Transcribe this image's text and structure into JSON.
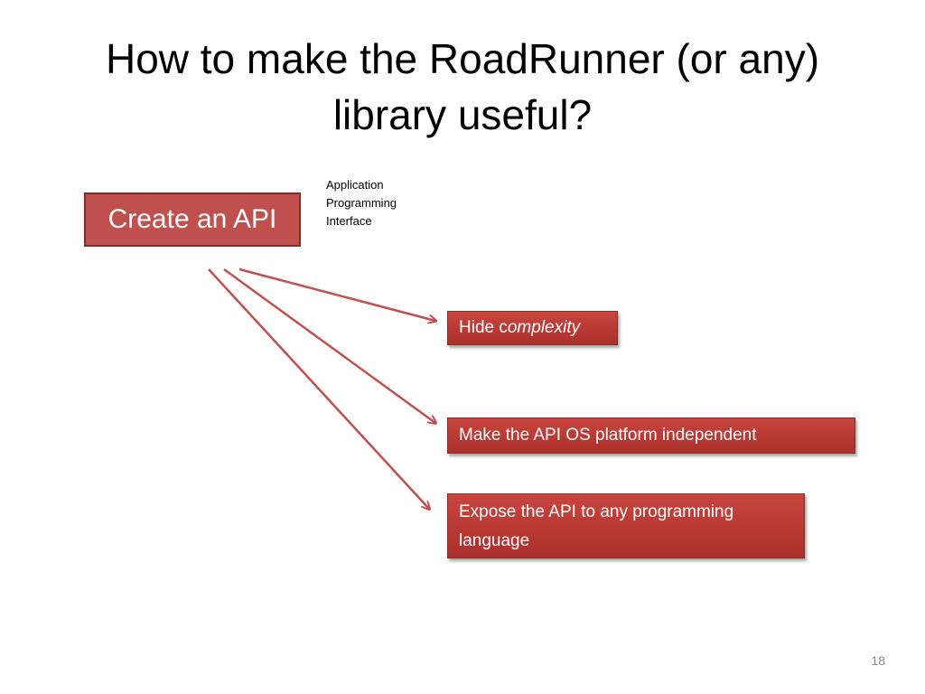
{
  "title": {
    "line1": "How to make the RoadRunner (or any)",
    "line2": "library useful?"
  },
  "main_box": {
    "label": "Create an API"
  },
  "note": {
    "line1": "Application",
    "line2": "Programming",
    "line3": "Interface"
  },
  "boxes": [
    {
      "label_plain": "Hide c",
      "label_italic": "omplexity"
    },
    {
      "label": "Make the API OS platform independent"
    },
    {
      "line1": "Expose the API to any programming",
      "line2": "language"
    }
  ],
  "page_number": "18",
  "colors": {
    "box_fill": "#c0504d",
    "box_border": "#8a2a27",
    "arrow": "#c0504d",
    "text_on_box": "#ffffff"
  }
}
